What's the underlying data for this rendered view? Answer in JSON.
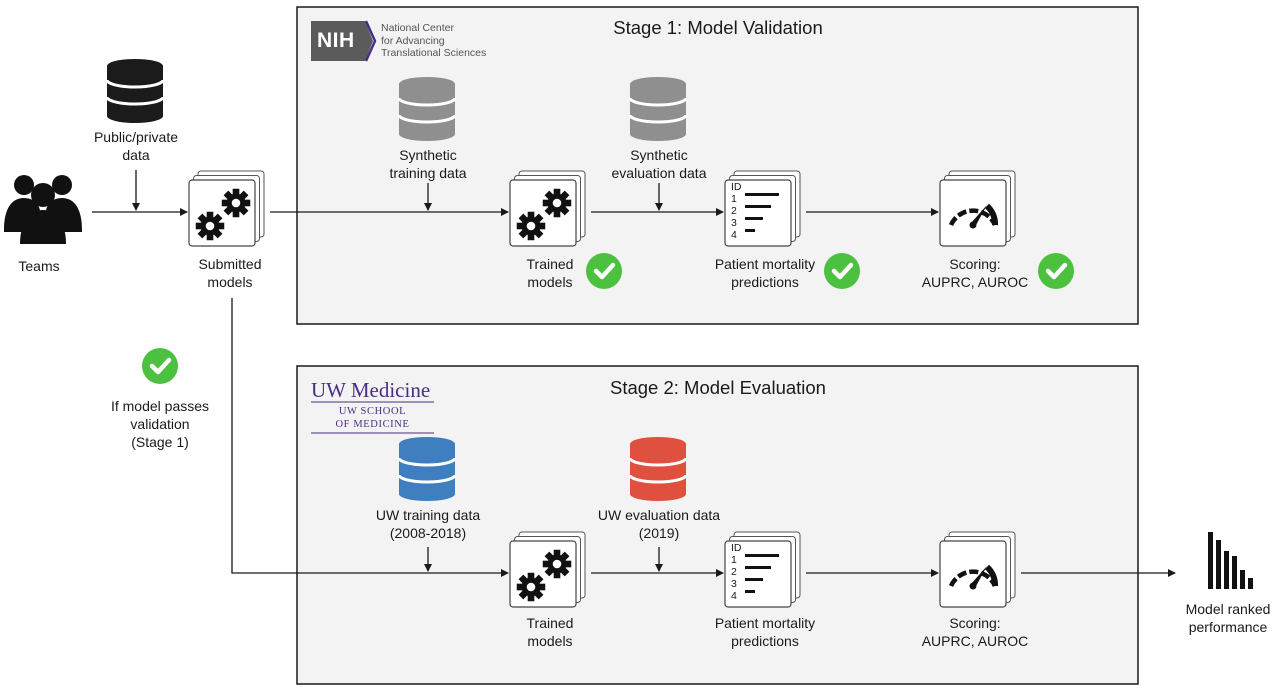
{
  "teams": {
    "label": "Teams"
  },
  "public_data": {
    "label": "Public/private\ndata"
  },
  "submitted_models": {
    "label": "Submitted\nmodels"
  },
  "validation_gate": {
    "label": "If model passes\nvalidation\n(Stage 1)"
  },
  "stage1": {
    "title": "Stage 1: Model Validation",
    "logo": {
      "mark": "NIH",
      "text": "National Center\nfor Advancing\nTranslational Sciences"
    },
    "training_data": "Synthetic\ntraining data",
    "evaluation_data": "Synthetic\nevaluation data",
    "trained_models": "Trained\nmodels",
    "predictions": "Patient mortality\npredictions",
    "scoring": "Scoring:\nAUPRC, AUROC"
  },
  "stage2": {
    "title": "Stage 2: Model Evaluation",
    "logo": {
      "mark": "UW Medicine",
      "sub1": "UW SCHOOL",
      "sub2": "OF MEDICINE"
    },
    "training_data": "UW training data\n(2008-2018)",
    "evaluation_data": "UW evaluation data\n(2019)",
    "trained_models": "Trained\nmodels",
    "predictions": "Patient mortality\npredictions",
    "scoring": "Scoring:\nAUPRC, AUROC"
  },
  "prediction_list": {
    "header": "ID",
    "rows": [
      "1",
      "2",
      "3",
      "4"
    ]
  },
  "final": {
    "label": "Model ranked\nperformance"
  },
  "colors": {
    "stage_bg": "#f3f3f3",
    "check_green": "#4cc13f",
    "db_black": "#1b1b1b",
    "db_gray": "#8f8f8f",
    "db_blue": "#3f7fbf",
    "db_red": "#e0503e",
    "uw_purple": "#4b2e83",
    "nih_gray": "#5b5b5b"
  }
}
